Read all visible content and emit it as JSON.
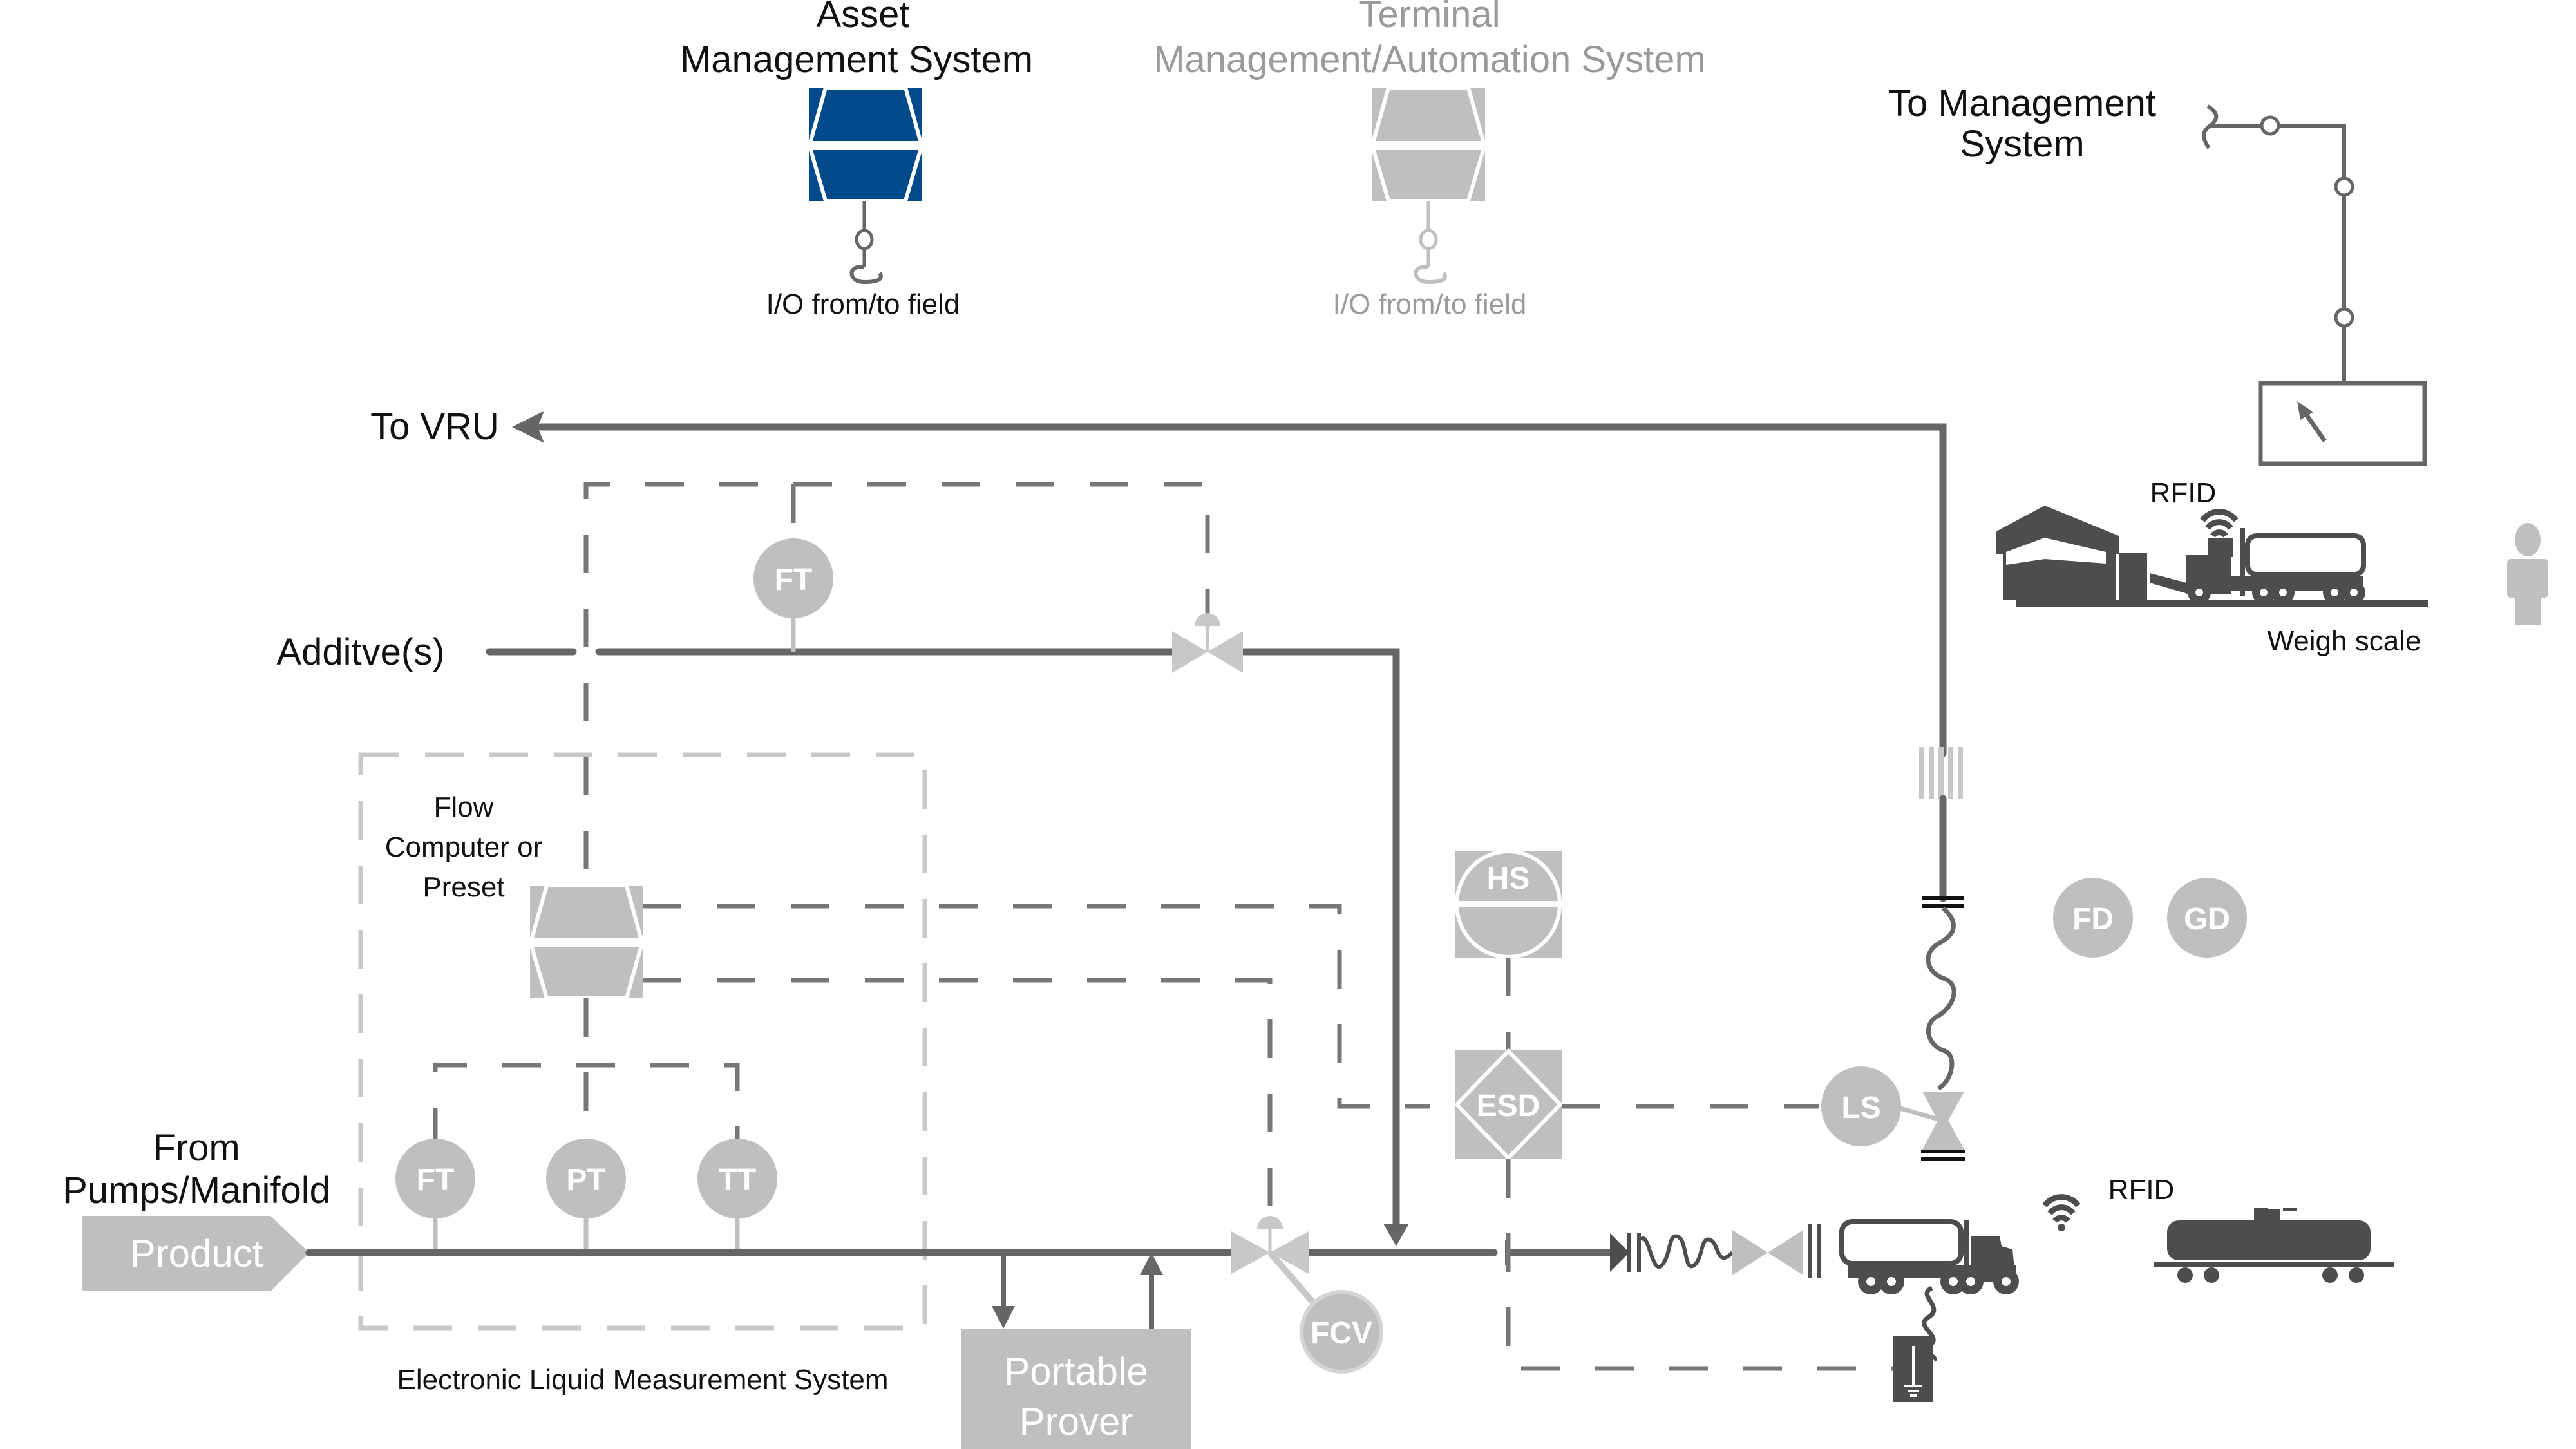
{
  "title": "Terminal loading measurement system diagram",
  "colors": {
    "asset_blue": "#004a8c",
    "instrument_gray": "#bfbfbf",
    "pipe_gray": "#666666",
    "dark_equipment": "#4d4d4d",
    "muted_text": "#9a9a9a"
  },
  "systems": {
    "asset": {
      "line1": "Asset",
      "line2": "Management System",
      "io": "I/O from/to field"
    },
    "terminal": {
      "line1": "Terminal",
      "line2": "Management/Automation System",
      "io": "I/O from/to field"
    },
    "to_management": {
      "line1": "To Management",
      "line2": "System"
    }
  },
  "flows": {
    "to_vru": "To VRU",
    "additives": "Additve(s)",
    "from_pumps_line1": "From",
    "from_pumps_line2": "Pumps/Manifold",
    "product": "Product"
  },
  "flow_computer": {
    "line1": "Flow",
    "line2": "Computer or",
    "line3": "Preset"
  },
  "elms_label": "Electronic Liquid Measurement System",
  "prover": {
    "line1": "Portable",
    "line2": "Prover"
  },
  "instruments": {
    "ft_additive": "FT",
    "ft": "FT",
    "pt": "PT",
    "tt": "TT",
    "fcv": "FCV",
    "hs": "HS",
    "esd": "ESD",
    "ls": "LS",
    "fd": "FD",
    "gd": "GD"
  },
  "weigh_scale": {
    "rfid": "RFID",
    "label": "Weigh scale"
  },
  "loading_rfid": "RFID"
}
